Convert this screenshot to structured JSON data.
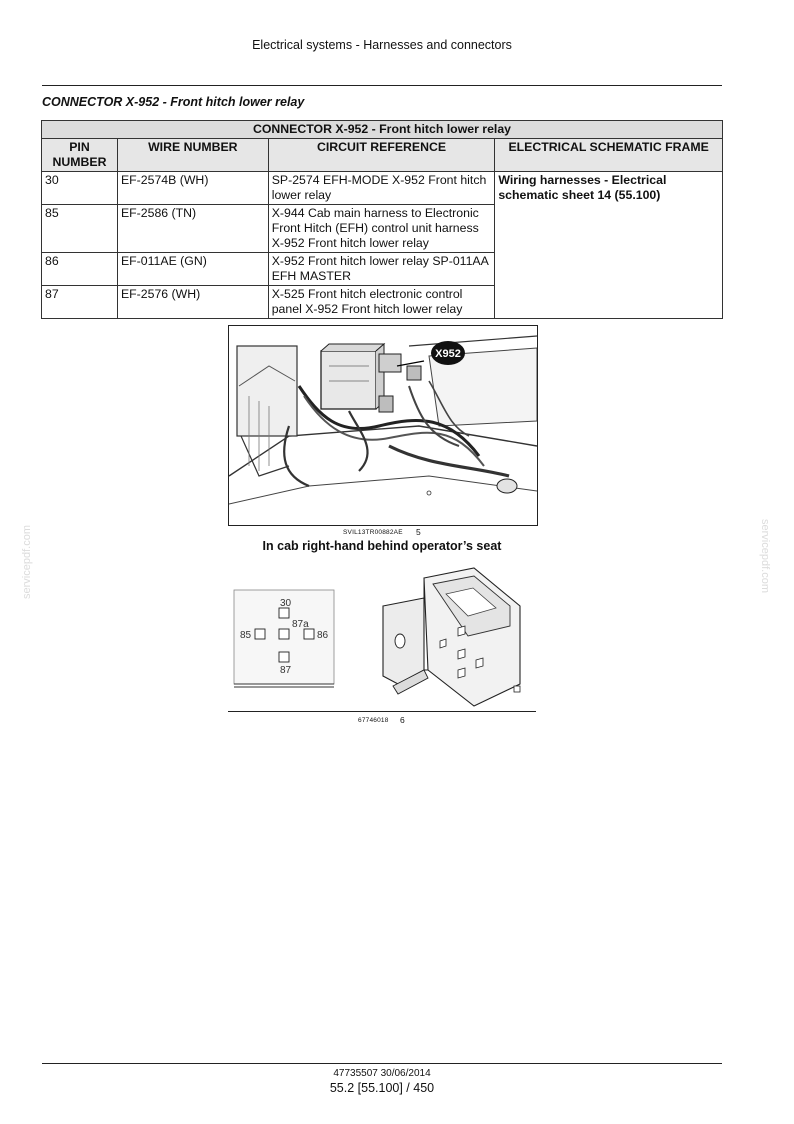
{
  "header": {
    "title": "Electrical systems - Harnesses and connectors"
  },
  "section": {
    "title": "CONNECTOR X-952 - Front hitch lower relay"
  },
  "table": {
    "caption": "CONNECTOR X-952 - Front hitch lower relay",
    "columns": [
      "PIN NUMBER",
      "WIRE NUMBER",
      "CIRCUIT REFERENCE",
      "ELECTRICAL SCHEMATIC FRAME"
    ],
    "rows": [
      {
        "pin": "30",
        "wire": "EF-2574B (WH)",
        "circuit": "SP-2574 EFH-MODE X-952 Front hitch lower relay"
      },
      {
        "pin": "85",
        "wire": "EF-2586 (TN)",
        "circuit": "X-944 Cab main harness to Electronic Front Hitch (EFH) control unit harness X-952 Front hitch lower relay"
      },
      {
        "pin": "86",
        "wire": "EF-011AE (GN)",
        "circuit": "X-952 Front hitch lower relay SP-011AA EFH MASTER"
      },
      {
        "pin": "87",
        "wire": "EF-2576 (WH)",
        "circuit": "X-525 Front hitch electronic control panel X-952 Front hitch lower relay"
      }
    ],
    "schematic_frame": "Wiring harnesses - Electrical schematic sheet 14 (55.100)"
  },
  "figure1": {
    "callout": "X952",
    "code": "SVIL13TR00882AE",
    "number": "5",
    "caption": "In cab right-hand behind operator’s seat"
  },
  "figure2": {
    "pins": {
      "top": "30",
      "top_right": "87a",
      "left": "85",
      "right": "86",
      "bottom": "87"
    },
    "code": "67746018",
    "number": "6"
  },
  "watermark": "servicepdf.com",
  "footer": {
    "doc": "47735507 30/06/2014",
    "page": "55.2 [55.100] / 450"
  }
}
